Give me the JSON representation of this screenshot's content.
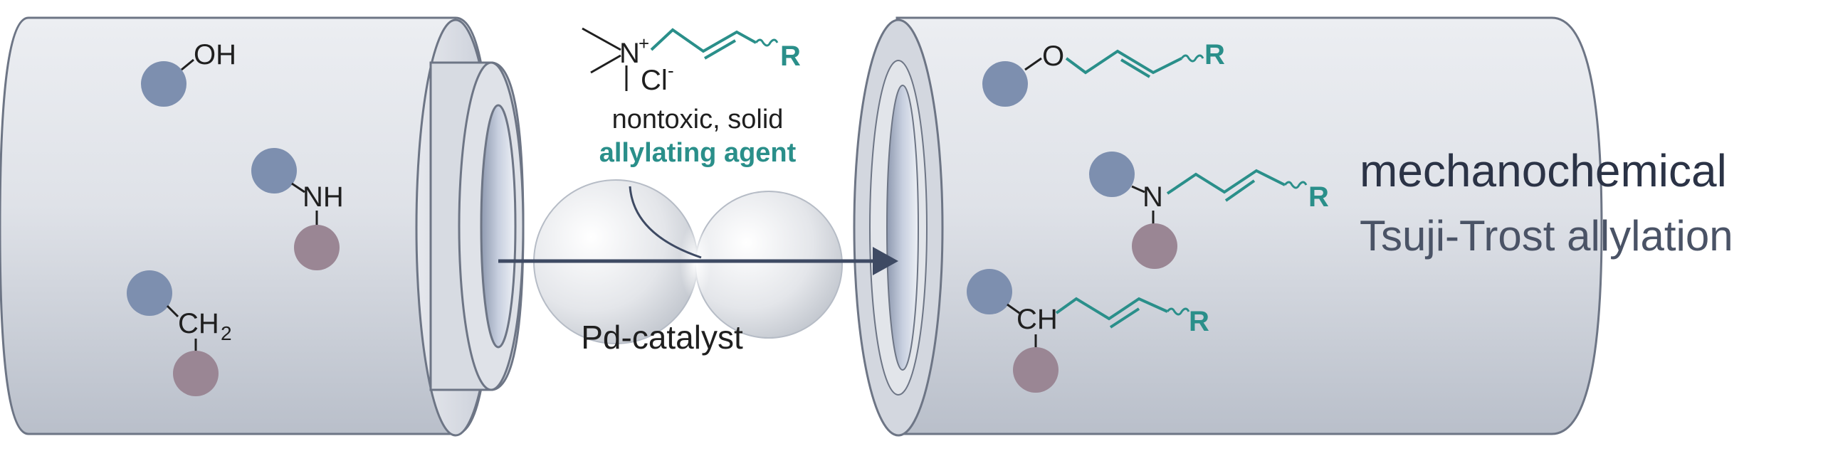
{
  "reagent": {
    "charge": "+",
    "n_atom": "N",
    "counterion": "Cl",
    "counterion_charge": "-",
    "r_group": "R",
    "line1": "nontoxic, solid",
    "line2": "allylating agent"
  },
  "catalyst_label": "Pd-catalyst",
  "substrates": {
    "oh": "OH",
    "nh": "NH",
    "ch2": "CH",
    "ch2_sub": "2"
  },
  "products": {
    "o": "O",
    "n": "N",
    "ch": "CH",
    "r": "R"
  },
  "title": {
    "line1": "mechanochemical",
    "line2": "Tsuji-Trost allylation"
  },
  "colors": {
    "teal": "#2a8f8a",
    "blue_ball": "#7d8faf",
    "mauve_ball": "#9a8694",
    "arrow": "#3e4a63"
  }
}
